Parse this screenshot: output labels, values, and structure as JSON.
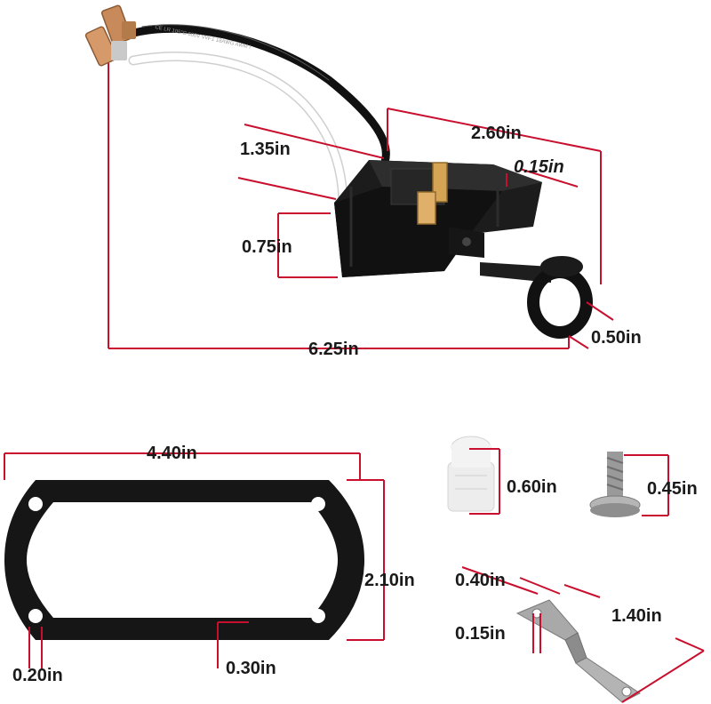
{
  "dimensions": {
    "switch_length": "6.25in",
    "switch_box_width": "2.60in",
    "switch_depth": "1.35in",
    "switch_hole": "0.15in",
    "switch_height": "0.75in",
    "ring_diameter": "0.50in",
    "gasket_width": "4.40in",
    "gasket_height": "2.10in",
    "gasket_hole": "0.20in",
    "gasket_border": "0.30in",
    "cap_height": "0.60in",
    "screw_length": "0.45in",
    "bracket_width": "0.40in",
    "bracket_hole": "0.15in",
    "bracket_length": "1.40in"
  },
  "wire_print": "CE LR 105°C 600V VW-1 18AWG AWM I"
}
